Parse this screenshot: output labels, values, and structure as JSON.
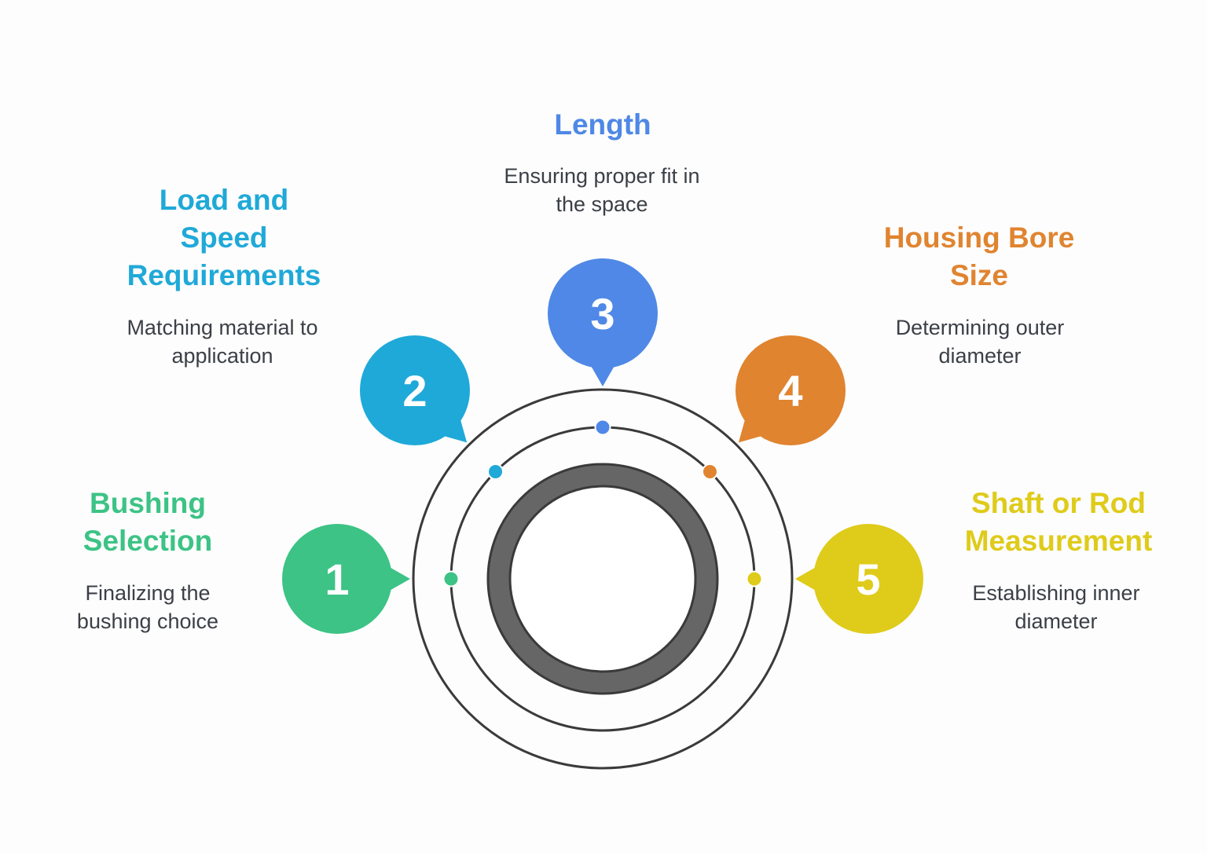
{
  "steps": [
    {
      "number": "1",
      "title_lines": [
        "Bushing",
        "Selection"
      ],
      "description_lines": [
        "Finalizing the",
        "bushing choice"
      ],
      "color": "#3cc385"
    },
    {
      "number": "2",
      "title_lines": [
        "Load and",
        "Speed",
        "Requirements"
      ],
      "description_lines": [
        "Matching material to",
        "application"
      ],
      "color": "#1fa9d8"
    },
    {
      "number": "3",
      "title_lines": [
        "Length"
      ],
      "description_lines": [
        "Ensuring proper fit in",
        "the space"
      ],
      "color": "#4f88e6"
    },
    {
      "number": "4",
      "title_lines": [
        "Housing Bore",
        "Size"
      ],
      "description_lines": [
        "Determining outer",
        "diameter"
      ],
      "color": "#e08430"
    },
    {
      "number": "5",
      "title_lines": [
        "Shaft or Rod",
        "Measurement"
      ],
      "description_lines": [
        "Establishing inner",
        "diameter"
      ],
      "color": "#dfcb1a"
    }
  ],
  "ring_color": "#3a3a3a",
  "core_ring_color": "#666666"
}
